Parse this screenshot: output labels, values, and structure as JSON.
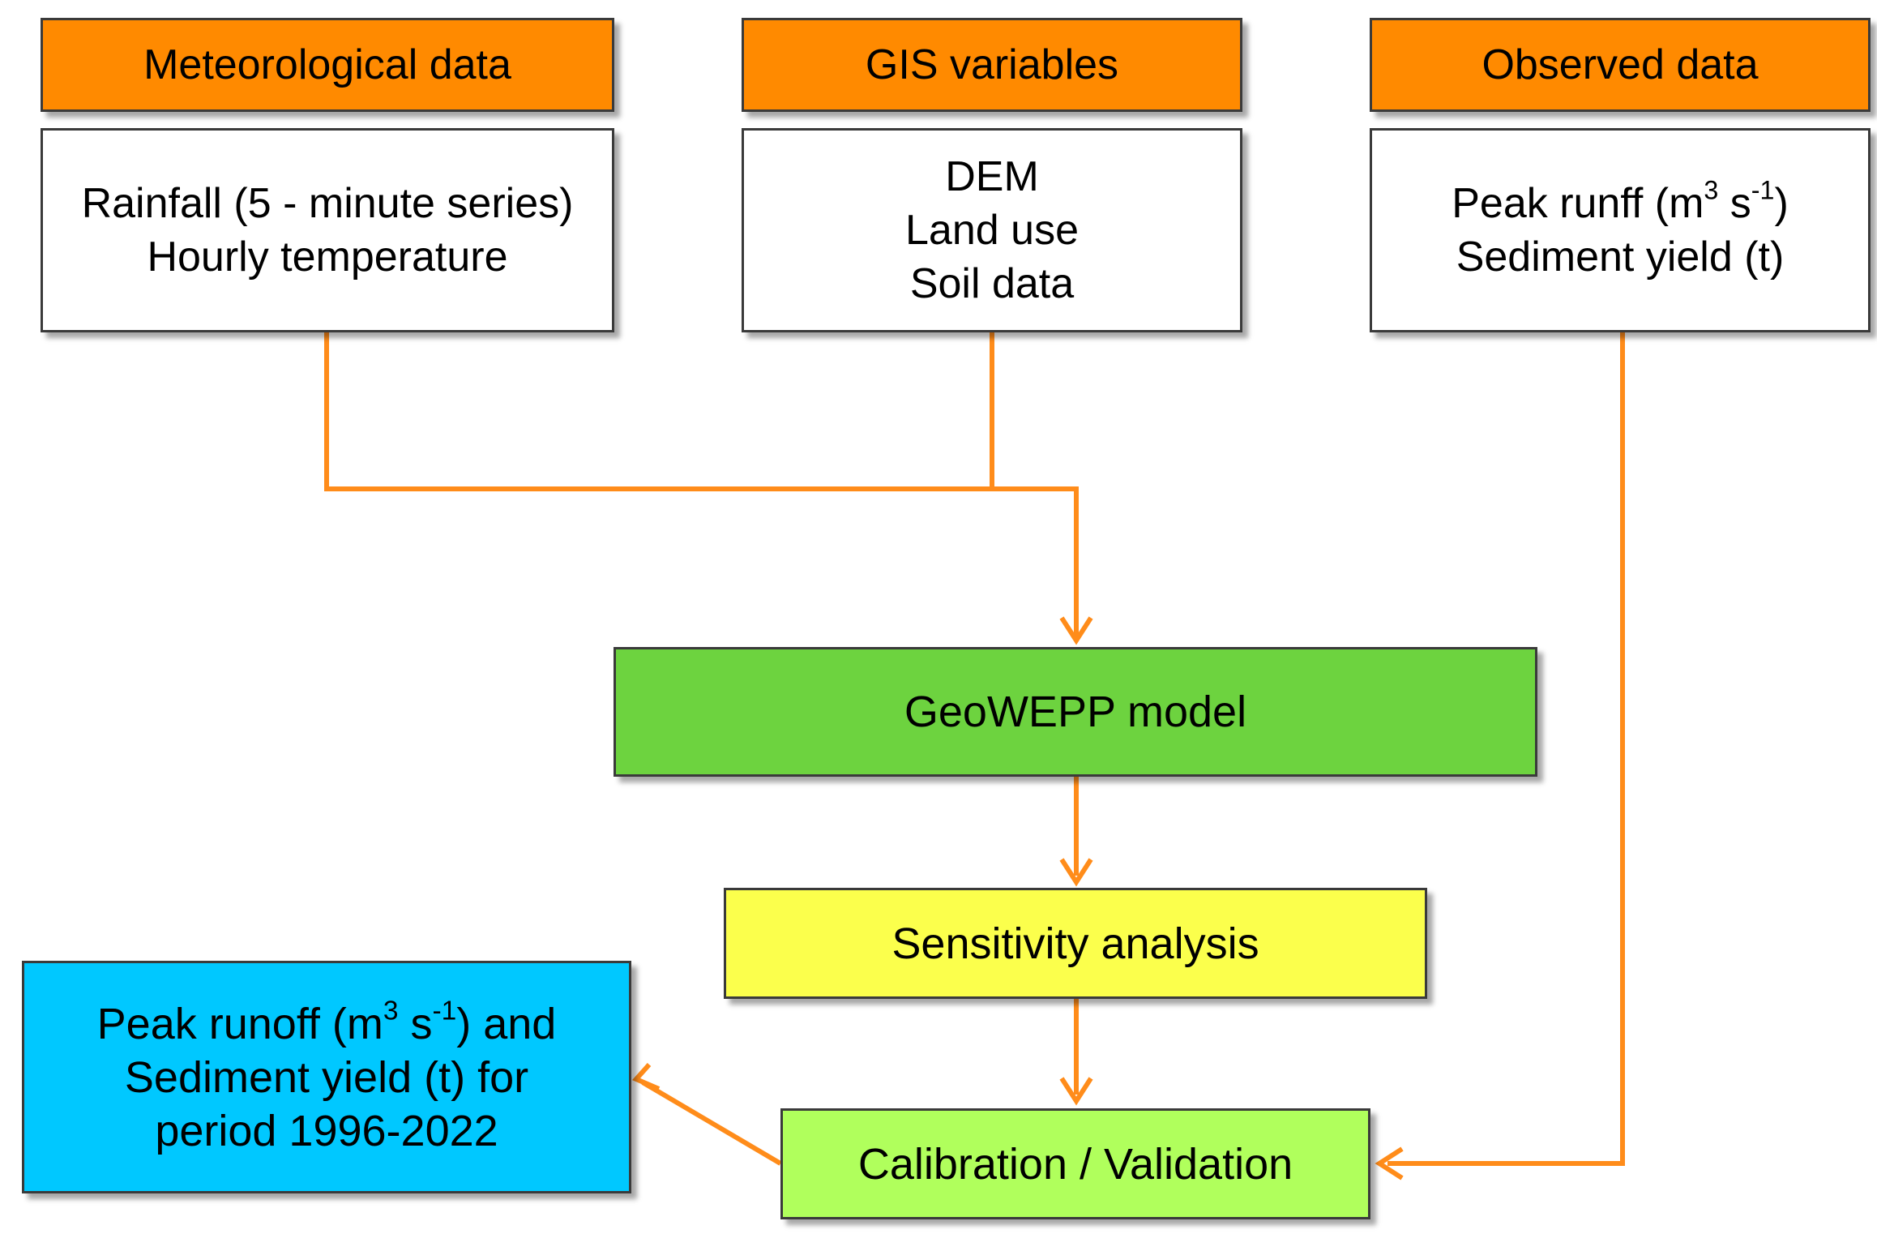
{
  "inputs": {
    "meteorological": {
      "header": "Meteorological data",
      "lines": [
        "Rainfall (5 - minute series)",
        "Hourly temperature"
      ]
    },
    "gis": {
      "header": "GIS variables",
      "lines": [
        "DEM",
        "Land use",
        "Soil data"
      ]
    },
    "observed": {
      "header": "Observed data",
      "line1_pre": "Peak runff (m",
      "line1_sup1": "3",
      "line1_mid": " s",
      "line1_sup2": "-1",
      "line1_post": ")",
      "line2": "Sediment yield (t)"
    }
  },
  "process": {
    "model": "GeoWEPP model",
    "sensitivity": "Sensitivity analysis",
    "calibration": "Calibration / Validation"
  },
  "output": {
    "line1_pre": "Peak runoff (m",
    "line1_sup1": "3",
    "line1_mid": " s",
    "line1_sup2": "-1",
    "line1_post": ") and",
    "line2": "Sediment yield (t) for",
    "line3": "period 1996-2022"
  },
  "colors": {
    "header": "#ff8a00",
    "model": "#6dd33f",
    "sensitivity": "#fbff4c",
    "calibration": "#b0ff5c",
    "output": "#00c8ff",
    "arrow": "#ff8c1a"
  }
}
